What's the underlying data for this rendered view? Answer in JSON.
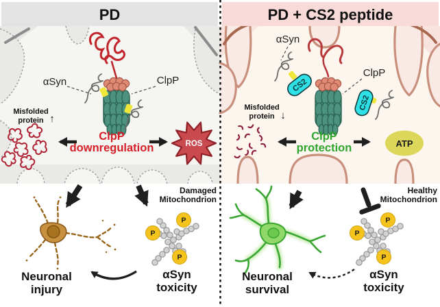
{
  "left": {
    "title": "PD",
    "asyn_label": "αSyn",
    "clpp_label": "ClpP",
    "misfolded_line1": "Misfolded",
    "misfolded_line2": "protein",
    "misfolded_arrow": "↑",
    "process_line1": "ClpP",
    "process_line2": "downregulation",
    "ros_label": "ROS",
    "mito_line1": "Damaged",
    "mito_line2": "Mitochondrion",
    "outcome_line1": "Neuronal",
    "outcome_line2": "injury",
    "toxicity_line1": "αSyn",
    "toxicity_line2": "toxicity",
    "p_label": "P"
  },
  "right": {
    "title": "PD + CS2 peptide",
    "asyn_label": "αSyn",
    "clpp_label": "ClpP",
    "cs2_label": "CS2",
    "misfolded_line1": "Misfolded",
    "misfolded_line2": "protein",
    "misfolded_arrow": "↓",
    "process_line1": "ClpP",
    "process_line2": "protection",
    "atp_label": "ATP",
    "mito_line1": "Healthy",
    "mito_line2": "Mitochondrion",
    "outcome_line1": "Neuronal",
    "outcome_line2": "survival",
    "toxicity_line1": "αSyn",
    "toxicity_line2": "toxicity",
    "p_label": "P"
  },
  "colors": {
    "header_left": "#e3e3e3",
    "header_right": "#f8dbd9",
    "red_text": "#d41f26",
    "green_text": "#2fa52f",
    "clpp_teal": "#4d917f",
    "clpp_cap_salmon": "#e08a75",
    "cs2_cyan": "#2fe0e6",
    "atp_yellow": "#dcd65b",
    "phospho_yellow": "#f4c41d",
    "ros_red": "#c94b50",
    "misfolded_red": "#b02437",
    "cristae_left": "#a2a2a2",
    "cristae_right": "#c98f7d"
  }
}
